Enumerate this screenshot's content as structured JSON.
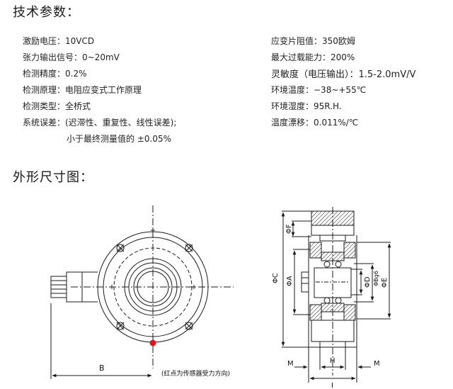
{
  "section_titles": {
    "tech": "技术参数：",
    "dims": "外形尺寸图："
  },
  "specs_left": [
    "激励电压：10VCD",
    "张力输出信号：0~20mV",
    "检测精度：0.2%",
    "检测原理：电阻应变式工作原理",
    "检测类型：全桥式",
    "系统误差：(迟滞性、重复性、线性误差);",
    "小于最终测量值的 ±0.05%"
  ],
  "specs_right": [
    "应变片阻值：350欧姆",
    "最大过载能力：200%",
    "灵敏度（电压输出）：1.5-2.0mV/V",
    "环境温度：−38~+55℃",
    "环境湿度：95R.H.",
    "温度漂移：0.011%/℃"
  ],
  "drawing_labels": {
    "B": "B",
    "note": "(红点为传感器受力方向)",
    "C": "ΦC",
    "A": "ΦA",
    "F": "ΦF",
    "E": "ΦE",
    "D": "ΦD",
    "Bg6": "ΦBg6",
    "M_left": "M",
    "M_right": "M",
    "H": "H",
    "I": "I"
  },
  "colors": {
    "line": "#1a1a1a",
    "force_dot": "#e0141e"
  }
}
